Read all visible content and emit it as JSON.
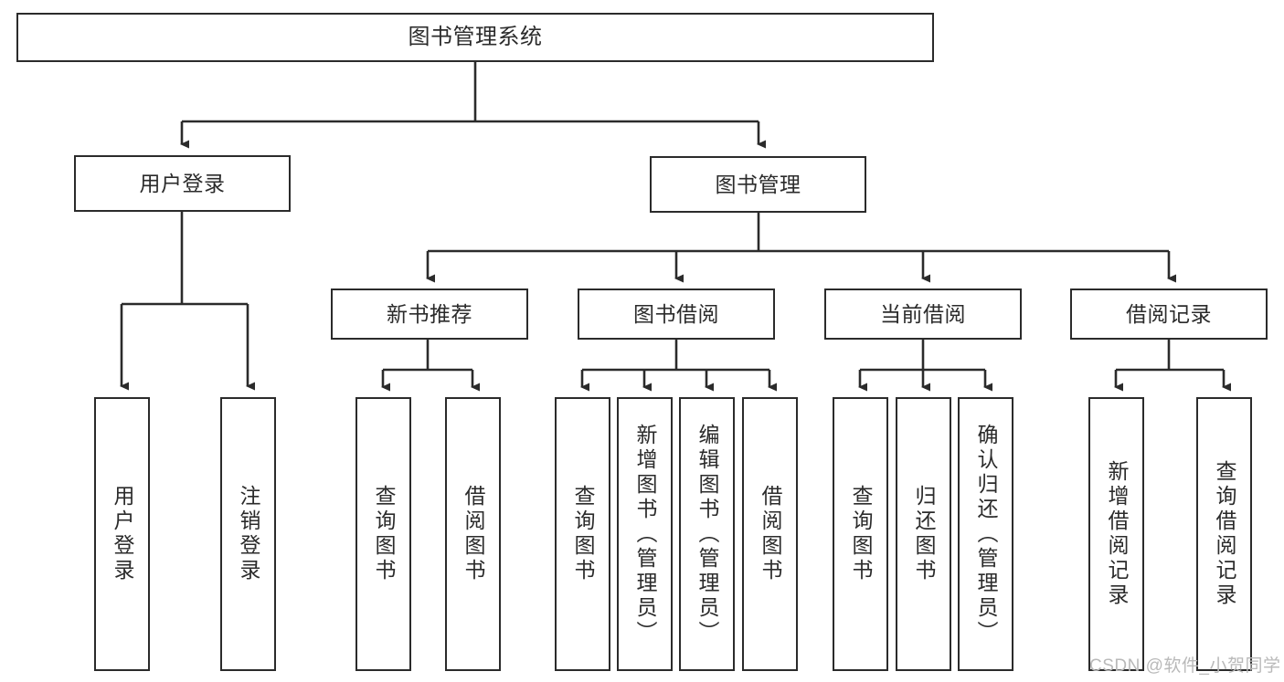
{
  "diagram": {
    "title": "图书管理系统",
    "type": "tree-hierarchy",
    "orientation": "top-down",
    "box_border_color": "#2b2b2b",
    "box_fill_color": "#ffffff",
    "connector_color": "#2b2b2b",
    "text_color": "#2b2b2b"
  },
  "root": {
    "label": "图书管理系统"
  },
  "level2": [
    {
      "label": "用户登录"
    },
    {
      "label": "图书管理"
    }
  ],
  "level3": [
    {
      "label": "新书推荐"
    },
    {
      "label": "图书借阅"
    },
    {
      "label": "当前借阅"
    },
    {
      "label": "借阅记录"
    }
  ],
  "leaves": {
    "user_login": [
      {
        "label": "用户登录"
      },
      {
        "label": "注销登录"
      }
    ],
    "new_book_recommend": [
      {
        "label": "查询图书"
      },
      {
        "label": "借阅图书"
      }
    ],
    "book_borrow": [
      {
        "label": "查询图书"
      },
      {
        "label": "新增图书（管理员）"
      },
      {
        "label": "编辑图书（管理员）"
      },
      {
        "label": "借阅图书"
      }
    ],
    "current_borrow": [
      {
        "label": "查询图书"
      },
      {
        "label": "归还图书"
      },
      {
        "label": "确认归还（管理员）"
      }
    ],
    "borrow_records": [
      {
        "label": "新增借阅记录"
      },
      {
        "label": "查询借阅记录"
      }
    ]
  },
  "watermark": {
    "text": "CSDN @软件_小贺同学"
  }
}
